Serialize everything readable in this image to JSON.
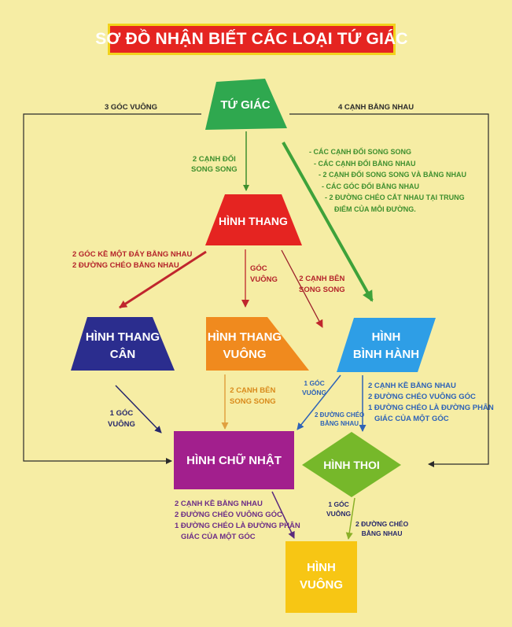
{
  "title": "SƠ ĐỒ NHẬN BIẾT CÁC LOẠI TỨ GIÁC",
  "colors": {
    "background": "#f6eda4",
    "tu_giac": "#2fa84f",
    "hinh_thang": "#e52421",
    "thang_can": "#2b2d8e",
    "thang_vuong": "#f08a1e",
    "binh_hanh": "#2e9ee6",
    "chu_nhat": "#a21f8d",
    "hinh_thoi": "#76b82a",
    "hinh_vuong": "#f7c614"
  },
  "shapes": {
    "tu_giac": "TỨ GIÁC",
    "hinh_thang": "HÌNH THANG",
    "thang_can": [
      "HÌNH THANG",
      "CÂN"
    ],
    "thang_vuong": [
      "HÌNH THANG",
      "VUÔNG"
    ],
    "binh_hanh": [
      "HÌNH",
      "BÌNH HÀNH"
    ],
    "chu_nhat": "HÌNH CHỮ NHẬT",
    "hinh_thoi": "HÌNH THOI",
    "hinh_vuong": [
      "HÌNH",
      "VUÔNG"
    ]
  },
  "labels": {
    "tg_left": "3 GÓC VUÔNG",
    "tg_right": "4 CẠNH BẰNG NHAU",
    "tg_thang": [
      "2 CẠNH ĐỐI",
      "SONG SONG"
    ],
    "tg_binhhanh": [
      "- CÁC CẠNH ĐỐI SONG SONG",
      "- CÁC CẠNH ĐỐI BẰNG NHAU",
      "- 2 CẠNH ĐỐI SONG SONG VÀ BẰNG NHAU",
      "- CÁC GÓC ĐỐI BẰNG NHAU",
      "- 2 ĐƯỜNG CHÉO CẮT NHAU TẠI TRUNG",
      "ĐIỂM CỦA MỖI ĐƯỜNG."
    ],
    "thang_can": [
      "2 GÓC KỀ MỘT ĐÁY BẰNG NHAU",
      "2 ĐƯỜNG CHÉO BẰNG NHAU"
    ],
    "thang_vuong": [
      "GÓC",
      "VUÔNG"
    ],
    "thang_binhhanh": [
      "2 CẠNH BÊN",
      "SONG SONG"
    ],
    "can_chunhat": [
      "1 GÓC",
      "VUÔNG"
    ],
    "vuong_chunhat": [
      "2 CẠNH BÊN",
      "SONG SONG"
    ],
    "bh_chunhat": [
      "1 GÓC",
      "VUÔNG"
    ],
    "bh_thoi": [
      "2 CẠNH KỀ BẰNG NHAU",
      "2 ĐƯỜNG CHÉO VUÔNG GÓC",
      "1 ĐƯỜNG CHÉO LÀ ĐƯỜNG PHÂN",
      "GIÁC CỦA MỘT GÓC"
    ],
    "thoi_chunhat": [
      "2 ĐƯỜNG CHÉO",
      "BẰNG NHAU"
    ],
    "cn_vuong": [
      "2 CẠNH KỀ BẰNG NHAU",
      "2 ĐƯỜNG CHÉO VUÔNG GÓC",
      "1 ĐƯỜNG CHÉO LÀ ĐƯỜNG PHÂN",
      "GIÁC CỦA MỘT GÓC"
    ],
    "thoi_vuong_1": [
      "1 GÓC",
      "VUÔNG"
    ],
    "thoi_vuong_2": [
      "2 ĐƯỜNG CHÉO",
      "BẰNG NHAU"
    ]
  }
}
